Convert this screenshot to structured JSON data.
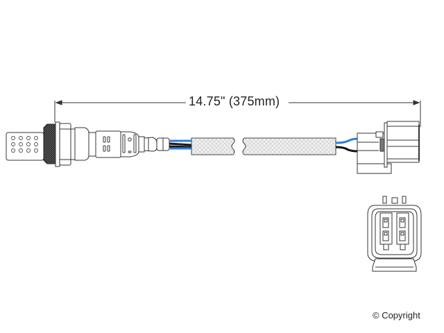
{
  "diagram": {
    "subject": "oxygen-sensor",
    "dimension_label": "14.75\" (375mm)",
    "wire_colors": {
      "blue": "#2f7fd6",
      "black": "#111111"
    },
    "line_color": "#333333",
    "cable_fill": "#eeeeee",
    "connector_pins": 4
  },
  "footer": {
    "copyright": "© Copyright"
  }
}
